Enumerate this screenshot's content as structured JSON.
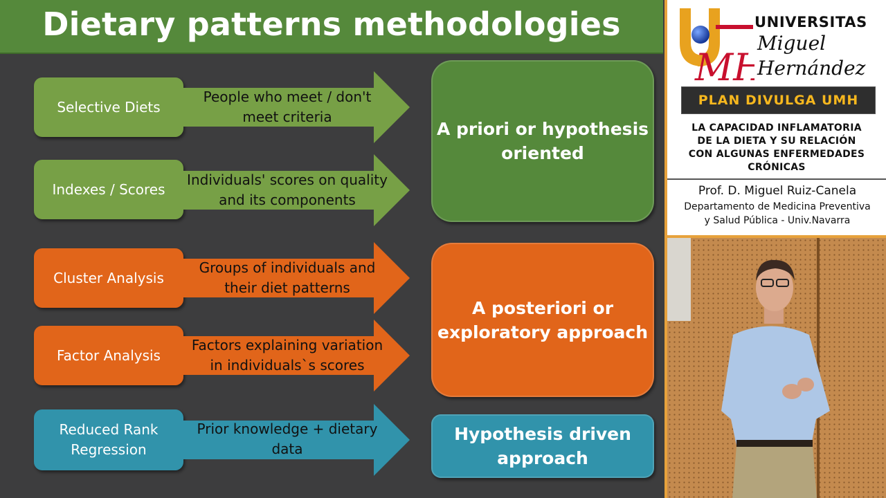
{
  "slide": {
    "title": "Dietary patterns methodologies",
    "rows": [
      {
        "method": [
          "Selective Diets"
        ],
        "description": [
          "People who meet / don't",
          "meet criteria"
        ],
        "color": "#77a046",
        "arrow_color": "#77a046"
      },
      {
        "method": [
          "Indexes / Scores"
        ],
        "description": [
          "Individuals' scores on quality",
          "and its components"
        ],
        "color": "#77a046",
        "arrow_color": "#77a046"
      },
      {
        "method": [
          "Cluster Analysis"
        ],
        "description": [
          "Groups of individuals and",
          "their diet patterns"
        ],
        "color": "#e1651a",
        "arrow_color": "#e1651a"
      },
      {
        "method": [
          "Factor Analysis"
        ],
        "description": [
          "Factors explaining variation",
          "in individuals`s scores"
        ],
        "color": "#e1651a",
        "arrow_color": "#e1651a"
      },
      {
        "method": [
          "Reduced Rank",
          "Regression"
        ],
        "description": [
          "Prior knowledge + dietary",
          "data"
        ],
        "color": "#3193ab",
        "arrow_color": "#3193ab"
      }
    ],
    "outcomes": [
      {
        "lines": [
          "A priori or hypothesis",
          "oriented"
        ],
        "color": "#55893b"
      },
      {
        "lines": [
          "A posteriori or",
          "exploratory approach"
        ],
        "color": "#e1651a"
      },
      {
        "lines": [
          "Hypothesis driven",
          "approach"
        ],
        "color": "#3193ab"
      }
    ]
  },
  "sidebar": {
    "university_word": "UNIVERSITAS",
    "university_name_line1": "Miguel",
    "university_name_line2": "Hernández",
    "logo_letters": "MH",
    "program": "PLAN DIVULGA UMH",
    "talk_title": [
      "LA CAPACIDAD INFLAMATORIA",
      "DE LA DIETA Y SU RELACIÓN",
      "CON ALGUNAS ENFERMEDADES",
      "CRÓNICAS"
    ],
    "speaker": "Prof. D. Miguel Ruiz-Canela",
    "department_line1": "Departamento de Medicina Preventiva",
    "department_line2": "y Salud Pública - Univ.Navarra"
  },
  "colors": {
    "program_text": "#f6b71e",
    "accent_stripe": "#e7a23c",
    "slide_bg": "#3d3d3e"
  }
}
